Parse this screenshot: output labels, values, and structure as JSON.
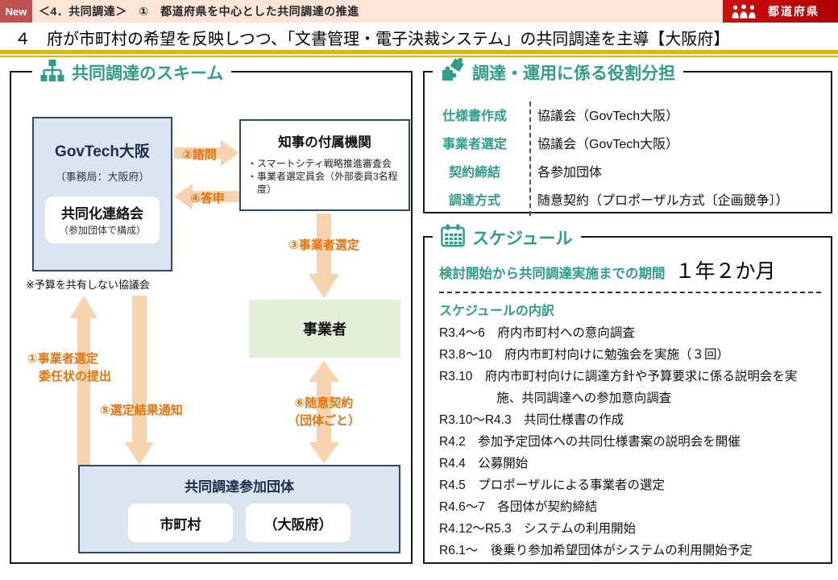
{
  "header": {
    "new_badge": "New",
    "breadcrumb": "＜4．共同調達＞　①　都道府県を中心とした共同調達の推進",
    "category_badge": "都道府県"
  },
  "title": "４　府が市町村の希望を反映しつつ、「文書管理・電子決裁システム」の共同調達を主導【大阪府】",
  "scheme": {
    "panel_title": "共同調達のスキーム",
    "govtech_box": {
      "title": "GovTech大阪",
      "subtitle": "（事務局：大阪府）",
      "inner_title": "共同化連絡会",
      "inner_subtitle": "（参加団体で構成）"
    },
    "note": "※予算を共有しない協議会",
    "kiji_box": {
      "title": "知事の付属機関",
      "bullets": [
        "スマートシティ戦略推進審査会",
        "事業者選定員会（外部委員3名程度）"
      ]
    },
    "vendor_box": "事業者",
    "participants_box": {
      "title": "共同調達参加団体",
      "members": [
        "市町村",
        "（大阪府）"
      ]
    },
    "arrows": {
      "a1_line1": "①事業者選定",
      "a1_line2": "委任状の提出",
      "a2": "②諮問",
      "a3": "③事業者選定",
      "a4": "④答申",
      "a5": "⑤選定結果通知",
      "a6_line1": "⑥随意契約",
      "a6_line2": "（団体ごと）"
    }
  },
  "roles": {
    "panel_title": "調達・運用に係る役割分担",
    "rows": [
      {
        "label": "仕様書作成",
        "value": "協議会（GovTech大阪）"
      },
      {
        "label": "事業者選定",
        "value": "協議会（GovTech大阪）"
      },
      {
        "label": "契約締結",
        "value": "各参加団体"
      },
      {
        "label": "調達方式",
        "value": "随意契約（プロポーザル方式〔企画競争〕）"
      }
    ]
  },
  "schedule": {
    "panel_title": "スケジュール",
    "period_label": "検討開始から共同調達実施までの期間",
    "period_value": "１年２か月",
    "breakdown_title": "スケジュールの内訳",
    "items": [
      "R3.4～6　府内市町村への意向調査",
      "R3.8～10　府内市町村向けに勉強会を実施（３回）",
      "R3.10　府内市町村向けに調達方針や予算要求に係る説明会を実施、共同調達への参加意向調査",
      "R3.10～R4.3　共同仕様書の作成",
      "R4.2　参加予定団体への共同仕様書案の説明会を開催",
      "R4.4　公募開始",
      "R4.5　プロポーザルによる事業者の選定",
      "R4.6～7　各団体が契約締結",
      "R4.12～R5.3　システムの利用開始",
      "R6.1～　後乗り参加希望団体がシステムの利用開始予定"
    ]
  },
  "colors": {
    "accent_teal": "#2f9c8d",
    "accent_orange": "#e8720c",
    "navy_border": "#2e4a6b",
    "box_blue_fill": "#dbe5f1",
    "box_green_fill": "#e4eed9",
    "arrow_fill": "#f8d3b0",
    "header_peach": "#fbe5d6",
    "category_badge_red": "#c00000",
    "new_badge_red": "#bf5250",
    "gold_rule": "#e3b11a"
  }
}
